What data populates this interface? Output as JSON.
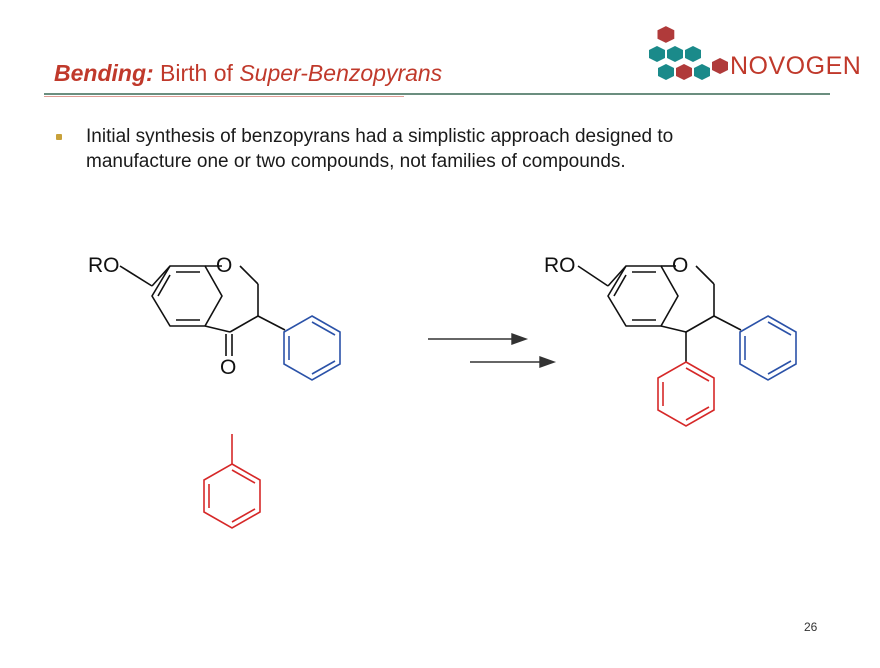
{
  "slide": {
    "title_bold": "Bending:",
    "title_plain": " Birth of ",
    "title_italic": "Super-Benzopyrans",
    "logo_text": "NOVOGEN",
    "bullet": "Initial synthesis of benzopyrans had a simplistic approach designed to manufacture one or two compounds, not families of compounds.",
    "page_number": "26"
  },
  "diagram": {
    "left_RO": "RO",
    "left_ring_O": "O",
    "left_carbonyl_O": "O",
    "right_RO": "RO",
    "right_ring_O": "O"
  },
  "colors": {
    "title": "#c0392b",
    "blue_ring": "#2b52a8",
    "red_ring": "#d62828",
    "logo_teal": "#1a8a8a",
    "logo_red": "#b03a3a"
  }
}
